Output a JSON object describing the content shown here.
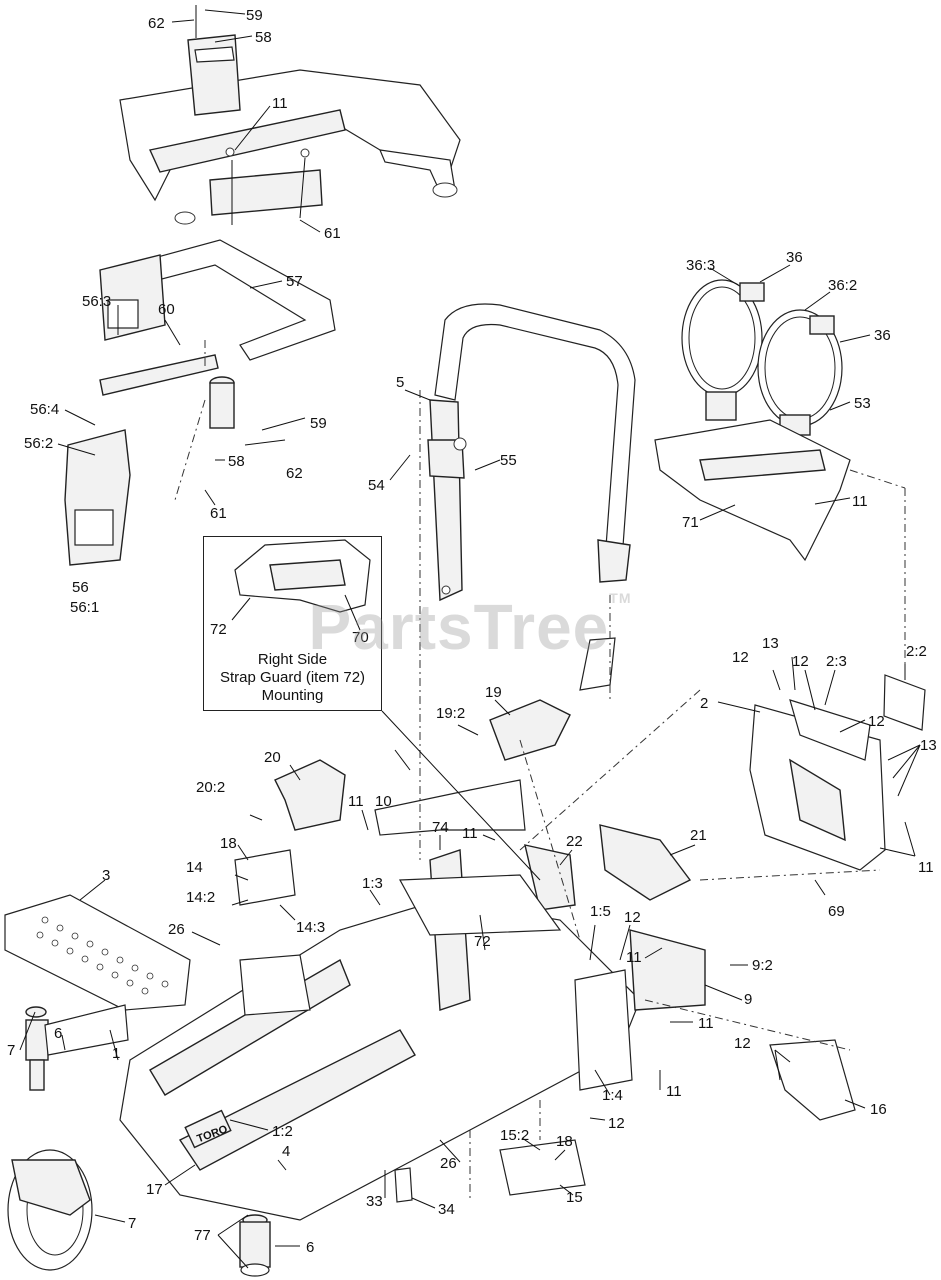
{
  "watermark": {
    "brand": "PartsTree",
    "mark": "TM"
  },
  "inset": {
    "lines": [
      "Right Side",
      "Strap Guard (item 72)",
      "Mounting"
    ]
  },
  "frame_badge": "TORO",
  "callouts": {
    "c62a": "62",
    "c59a": "59",
    "c58a": "58",
    "c11a": "11",
    "c61a": "61",
    "c57": "57",
    "c60": "60",
    "c56_3": "56:3",
    "c56_4": "56:4",
    "c56_2": "56:2",
    "c59b": "59",
    "c62b": "62",
    "c58b": "58",
    "c61b": "61",
    "c56": "56",
    "c56_1": "56:1",
    "c5": "5",
    "c54": "54",
    "c55": "55",
    "c36_3": "36:3",
    "c36a": "36",
    "c36_2": "36:2",
    "c36b": "36",
    "c53": "53",
    "c11b": "11",
    "c71": "71",
    "c72a": "72",
    "c70": "70",
    "c12a": "12",
    "c13a": "13",
    "c12b": "12",
    "c2_3": "2:3",
    "c2_2": "2:2",
    "c2": "2",
    "c12c": "12",
    "c13b": "13",
    "c11c": "11",
    "c69": "69",
    "c19": "19",
    "c19_2": "19:2",
    "c20": "20",
    "c20_2": "20:2",
    "c11d": "11",
    "c10": "10",
    "c74": "74",
    "c11e": "11",
    "c22": "22",
    "c21": "21",
    "c18a": "18",
    "c14": "14",
    "c14_2": "14:2",
    "c14_3": "14:3",
    "c3": "3",
    "c26a": "26",
    "c1_3": "1:3",
    "c72b": "72",
    "c1_5": "1:5",
    "c12d": "12",
    "c11f": "11",
    "c9_2": "9:2",
    "c9": "9",
    "c11g": "11",
    "c12e": "12",
    "c16": "16",
    "c1_4": "1:4",
    "c11h": "11",
    "c12f": "12",
    "c7a": "7",
    "c6a": "6",
    "c1": "1",
    "c1_2": "1:2",
    "c4": "4",
    "c17": "17",
    "c26b": "26",
    "c15_2": "15:2",
    "c18b": "18",
    "c15": "15",
    "c33": "33",
    "c34": "34",
    "c7b": "7",
    "c77": "77",
    "c6b": "6"
  }
}
